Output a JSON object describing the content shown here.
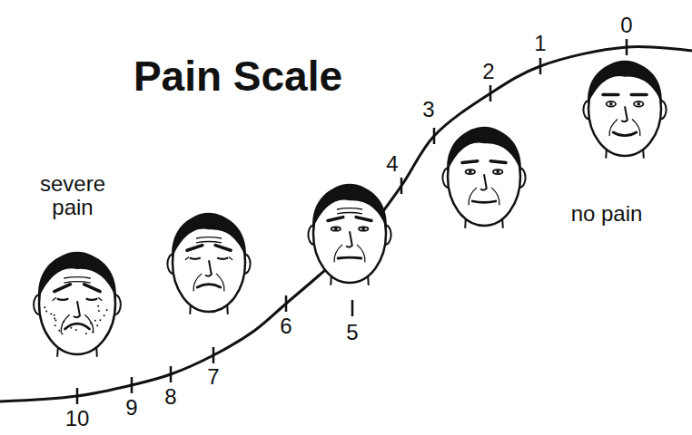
{
  "diagram": {
    "title": "Pain Scale",
    "labels": [
      "severe pain",
      "no pain",
      "0",
      "1",
      "2",
      "3",
      "4",
      "5",
      "6",
      "7",
      "8",
      "9",
      "10"
    ]
  }
}
